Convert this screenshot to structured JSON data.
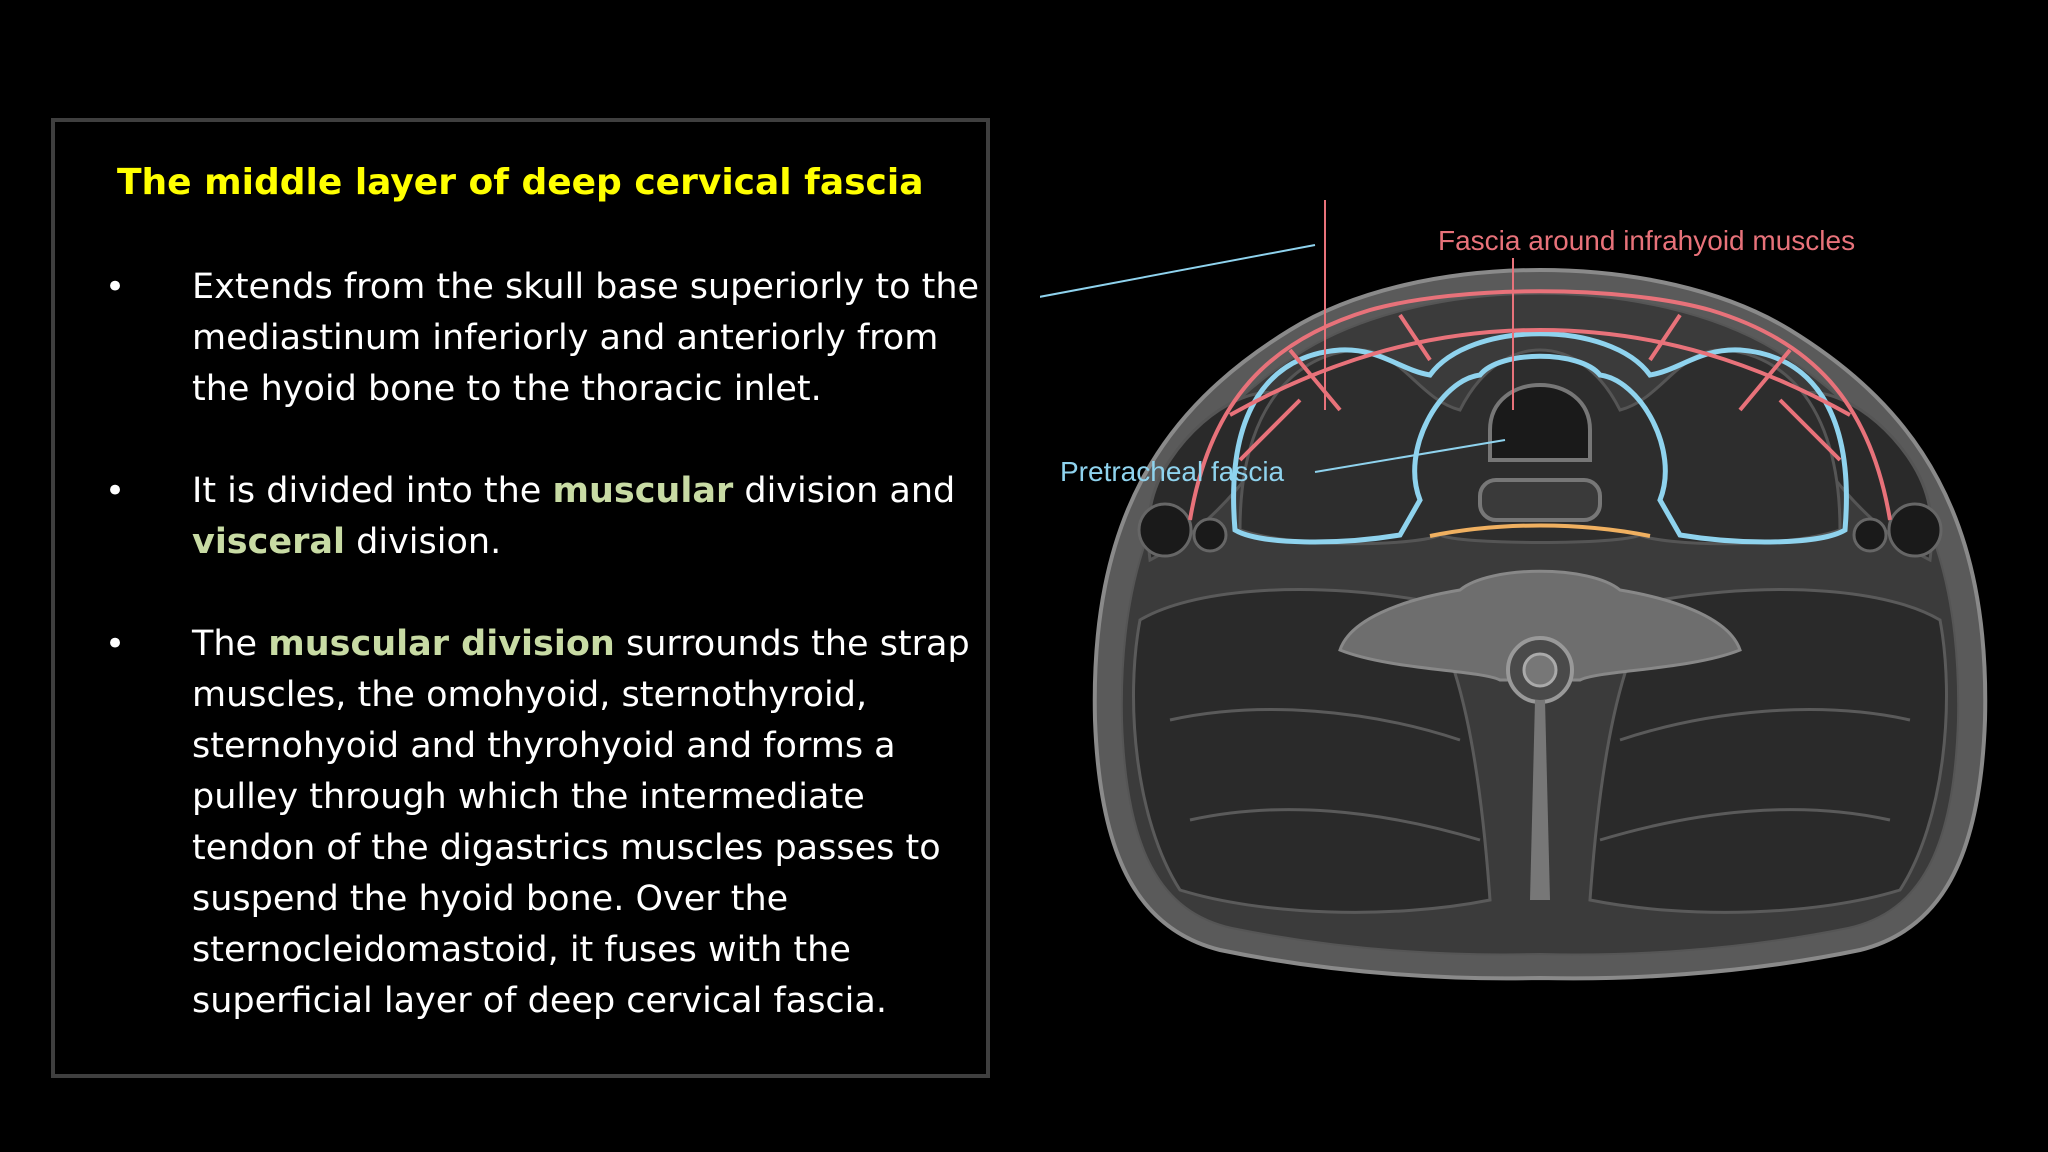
{
  "slide": {
    "heading": "The middle layer of deep cervical fascia",
    "bullets": [
      {
        "parts": [
          {
            "text": "Extends from the skull base superiorly to the mediastinum inferiorly and anteriorly from the hyoid bone to the thoracic inlet."
          }
        ]
      },
      {
        "parts": [
          {
            "text": "It is divided into the "
          },
          {
            "text": "muscular",
            "highlight": true
          },
          {
            "text": " division and "
          },
          {
            "text": "visceral",
            "highlight": true
          },
          {
            "text": " division."
          }
        ]
      },
      {
        "parts": [
          {
            "text": "The "
          },
          {
            "text": "muscular division",
            "highlight": true
          },
          {
            "text": " surrounds the strap muscles, the omohyoid, sternothyroid, sternohyoid and thyrohyoid and forms a pulley through which the intermediate tendon of the digastrics muscles passes to suspend the hyoid bone. Over the sternocleidomastoid, it fuses with the superficial layer of deep cervical fascia."
          }
        ]
      }
    ]
  },
  "figure": {
    "label_infrahyoid": "Fascia around infrahyoid muscles",
    "label_pretracheal": "Pretracheal fascia"
  },
  "colors": {
    "heading": "#ffff00",
    "highlight": "#c8dba4",
    "infrahyoid_fascia": "#e8727a",
    "pretracheal_fascia": "#8fd3ee",
    "posterior_line": "#f0b060",
    "box_border": "#3f3f3f"
  }
}
